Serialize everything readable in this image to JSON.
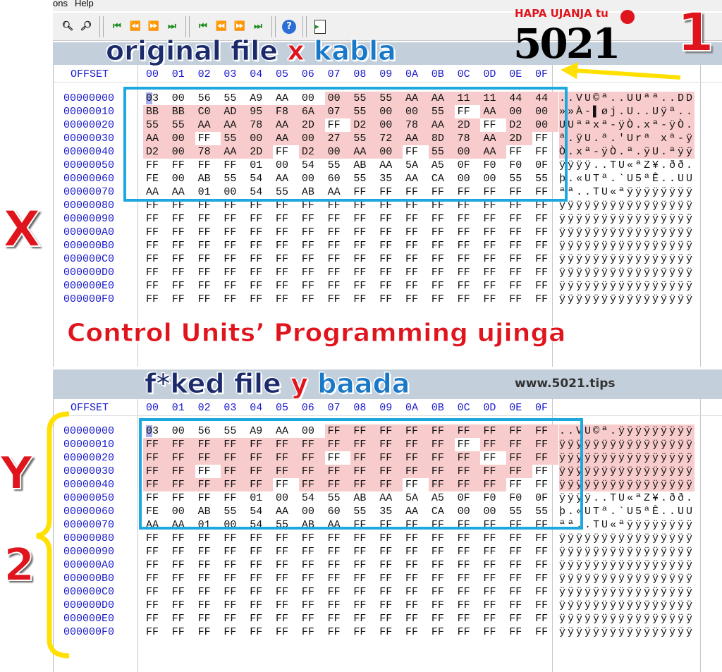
{
  "menu": {
    "items": [
      "ons",
      "Help"
    ]
  },
  "toolbar": {
    "icons": [
      "find-icon",
      "find-next-icon",
      "first-diff-icon",
      "prev-diff-icon",
      "next-diff-icon",
      "last-diff-icon",
      "first-equal-icon",
      "prev-equal-icon",
      "next-equal-icon",
      "last-equal-icon",
      "help-icon",
      "report-icon"
    ]
  },
  "colors": {
    "changed": "#f8cccc",
    "offset": "#1a1acc",
    "box": "#1ea8e0",
    "accent_red": "#e0141c",
    "brace": "#ffe000"
  },
  "header": {
    "offset_label": "OFFSET",
    "columns": [
      "00",
      "01",
      "02",
      "03",
      "04",
      "05",
      "06",
      "07",
      "08",
      "09",
      "0A",
      "0B",
      "0C",
      "0D",
      "0E",
      "0F"
    ]
  },
  "overlay": {
    "top_title": {
      "a": "original file ",
      "b": "x",
      "c": " kabla"
    },
    "bottom_title": {
      "a": "f*ked file ",
      "b": "y",
      "c": " baada"
    },
    "logo_tag": "HAPA UJANJA tu",
    "logo": "5021",
    "website": "www.5021.tips",
    "marker_1": "1",
    "marker_2": "2",
    "marker_x": "X",
    "marker_y": "Y",
    "caption": "Control Units’ Programming ujinga"
  },
  "top_pane": {
    "rows": [
      {
        "offset": "00000000",
        "bytes": "03 00 56 55 A9 AA 00 00 55 55 AA AA 11 11 44 44",
        "mask": "0000000111111111",
        "ascii": "..VU©ª..UUªª..DD",
        "ascii_changed": true
      },
      {
        "offset": "00000010",
        "bytes": "BB BB C0 AD 95 F8 6A 07 55 00 00 55 FF AA 00 00",
        "mask": "1111111111110111",
        "ascii": "»»À-▌øj.U..Uÿª..",
        "ascii_changed": true
      },
      {
        "offset": "00000020",
        "bytes": "55 55 AA AA 78 AA 2D FF D2 00 78 AA 2D FF D2 00",
        "mask": "1111111011111011",
        "ascii": "UUªªxª-ÿÒ.xª-ÿÒ.",
        "ascii_changed": true
      },
      {
        "offset": "00000030",
        "bytes": "AA 00 FF 55 00 AA 00 27 55 72 AA 8D 78 AA 2D FF",
        "mask": "1101111111111110",
        "ascii": "ª.ÿU.ª.'Urª xª-ÿ",
        "ascii_changed": true
      },
      {
        "offset": "00000040",
        "bytes": "D2 00 78 AA 2D FF D2 00 AA 00 FF 55 00 AA FF FF",
        "mask": "1111101111011100",
        "ascii": "Ò.xª-ÿÒ.ª.ÿU.ªÿÿ",
        "ascii_changed": true
      },
      {
        "offset": "00000050",
        "bytes": "FF FF FF FF 01 00 54 55 AB AA 5A A5 0F F0 F0 0F",
        "mask": "0000000000000000",
        "ascii": "ÿÿÿÿ..TU«ªZ¥.ðð.",
        "ascii_changed": false
      },
      {
        "offset": "00000060",
        "bytes": "FE 00 AB 55 54 AA 00 60 55 35 AA CA 00 00 55 55",
        "mask": "0000000000000000",
        "ascii": "þ.«UTª.`U5ªÊ..UU",
        "ascii_changed": false
      },
      {
        "offset": "00000070",
        "bytes": "AA AA 01 00 54 55 AB AA FF FF FF FF FF FF FF FF",
        "mask": "0000000000000000",
        "ascii": "ªª..TU«ªÿÿÿÿÿÿÿÿ",
        "ascii_changed": false
      },
      {
        "offset": "00000080",
        "bytes": "FF FF FF FF FF FF FF FF FF FF FF FF FF FF FF FF",
        "mask": "0000000000000000",
        "ascii": "ÿÿÿÿÿÿÿÿÿÿÿÿÿÿÿÿ",
        "ascii_changed": false
      },
      {
        "offset": "00000090",
        "bytes": "FF FF FF FF FF FF FF FF FF FF FF FF FF FF FF FF",
        "mask": "0000000000000000",
        "ascii": "ÿÿÿÿÿÿÿÿÿÿÿÿÿÿÿÿ",
        "ascii_changed": false
      },
      {
        "offset": "000000A0",
        "bytes": "FF FF FF FF FF FF FF FF FF FF FF FF FF FF FF FF",
        "mask": "0000000000000000",
        "ascii": "ÿÿÿÿÿÿÿÿÿÿÿÿÿÿÿÿ",
        "ascii_changed": false
      },
      {
        "offset": "000000B0",
        "bytes": "FF FF FF FF FF FF FF FF FF FF FF FF FF FF FF FF",
        "mask": "0000000000000000",
        "ascii": "ÿÿÿÿÿÿÿÿÿÿÿÿÿÿÿÿ",
        "ascii_changed": false
      },
      {
        "offset": "000000C0",
        "bytes": "FF FF FF FF FF FF FF FF FF FF FF FF FF FF FF FF",
        "mask": "0000000000000000",
        "ascii": "ÿÿÿÿÿÿÿÿÿÿÿÿÿÿÿÿ",
        "ascii_changed": false
      },
      {
        "offset": "000000D0",
        "bytes": "FF FF FF FF FF FF FF FF FF FF FF FF FF FF FF FF",
        "mask": "0000000000000000",
        "ascii": "ÿÿÿÿÿÿÿÿÿÿÿÿÿÿÿÿ",
        "ascii_changed": false
      },
      {
        "offset": "000000E0",
        "bytes": "FF FF FF FF FF FF FF FF FF FF FF FF FF FF FF FF",
        "mask": "0000000000000000",
        "ascii": "ÿÿÿÿÿÿÿÿÿÿÿÿÿÿÿÿ",
        "ascii_changed": false
      },
      {
        "offset": "000000F0",
        "bytes": "FF FF FF FF FF FF FF FF FF FF FF FF FF FF FF FF",
        "mask": "0000000000000000",
        "ascii": "ÿÿÿÿÿÿÿÿÿÿÿÿÿÿÿÿ",
        "ascii_changed": false
      }
    ]
  },
  "bottom_pane": {
    "rows": [
      {
        "offset": "00000000",
        "bytes": "03 00 56 55 A9 AA 00 FF FF FF FF FF FF FF FF FF",
        "mask": "0000000111111111",
        "ascii": "..VU©ª.ÿÿÿÿÿÿÿÿÿ",
        "ascii_changed": true
      },
      {
        "offset": "00000010",
        "bytes": "FF FF FF FF FF FF FF FF FF FF FF FF FF FF FF FF",
        "mask": "1111111111110111",
        "ascii": "ÿÿÿÿÿÿÿÿÿÿÿÿÿÿÿÿ",
        "ascii_changed": true
      },
      {
        "offset": "00000020",
        "bytes": "FF FF FF FF FF FF FF FF FF FF FF FF FF FF FF FF",
        "mask": "1111111011111011",
        "ascii": "ÿÿÿÿÿÿÿÿÿÿÿÿÿÿÿÿ",
        "ascii_changed": true
      },
      {
        "offset": "00000030",
        "bytes": "FF FF FF FF FF FF FF FF FF FF FF FF FF FF FF FF",
        "mask": "1101111111111110",
        "ascii": "ÿÿÿÿÿÿÿÿÿÿÿÿÿÿÿÿ",
        "ascii_changed": true
      },
      {
        "offset": "00000040",
        "bytes": "FF FF FF FF FF FF FF FF FF FF FF FF FF FF FF FF",
        "mask": "1111101111011100",
        "ascii": "ÿÿÿÿÿÿÿÿÿÿÿÿÿÿÿÿ",
        "ascii_changed": true
      },
      {
        "offset": "00000050",
        "bytes": "FF FF FF FF 01 00 54 55 AB AA 5A A5 0F F0 F0 0F",
        "mask": "0000000000000000",
        "ascii": "ÿÿÿÿ..TU«ªZ¥.ðð.",
        "ascii_changed": false
      },
      {
        "offset": "00000060",
        "bytes": "FE 00 AB 55 54 AA 00 60 55 35 AA CA 00 00 55 55",
        "mask": "0000000000000000",
        "ascii": "þ.«UTª.`U5ªÊ..UU",
        "ascii_changed": false
      },
      {
        "offset": "00000070",
        "bytes": "AA AA 01 00 54 55 AB AA FF FF FF FF FF FF FF FF",
        "mask": "0000000000000000",
        "ascii": "ªª..TU«ªÿÿÿÿÿÿÿÿ",
        "ascii_changed": false
      },
      {
        "offset": "00000080",
        "bytes": "FF FF FF FF FF FF FF FF FF FF FF FF FF FF FF FF",
        "mask": "0000000000000000",
        "ascii": "ÿÿÿÿÿÿÿÿÿÿÿÿÿÿÿÿ",
        "ascii_changed": false
      },
      {
        "offset": "00000090",
        "bytes": "FF FF FF FF FF FF FF FF FF FF FF FF FF FF FF FF",
        "mask": "0000000000000000",
        "ascii": "ÿÿÿÿÿÿÿÿÿÿÿÿÿÿÿÿ",
        "ascii_changed": false
      },
      {
        "offset": "000000A0",
        "bytes": "FF FF FF FF FF FF FF FF FF FF FF FF FF FF FF FF",
        "mask": "0000000000000000",
        "ascii": "ÿÿÿÿÿÿÿÿÿÿÿÿÿÿÿÿ",
        "ascii_changed": false
      },
      {
        "offset": "000000B0",
        "bytes": "FF FF FF FF FF FF FF FF FF FF FF FF FF FF FF FF",
        "mask": "0000000000000000",
        "ascii": "ÿÿÿÿÿÿÿÿÿÿÿÿÿÿÿÿ",
        "ascii_changed": false
      },
      {
        "offset": "000000C0",
        "bytes": "FF FF FF FF FF FF FF FF FF FF FF FF FF FF FF FF",
        "mask": "0000000000000000",
        "ascii": "ÿÿÿÿÿÿÿÿÿÿÿÿÿÿÿÿ",
        "ascii_changed": false
      },
      {
        "offset": "000000D0",
        "bytes": "FF FF FF FF FF FF FF FF FF FF FF FF FF FF FF FF",
        "mask": "0000000000000000",
        "ascii": "ÿÿÿÿÿÿÿÿÿÿÿÿÿÿÿÿ",
        "ascii_changed": false
      },
      {
        "offset": "000000E0",
        "bytes": "FF FF FF FF FF FF FF FF FF FF FF FF FF FF FF FF",
        "mask": "0000000000000000",
        "ascii": "ÿÿÿÿÿÿÿÿÿÿÿÿÿÿÿÿ",
        "ascii_changed": false
      },
      {
        "offset": "000000F0",
        "bytes": "FF FF FF FF FF FF FF FF FF FF FF FF FF FF FF FF",
        "mask": "0000000000000000",
        "ascii": "ÿÿÿÿÿÿÿÿÿÿÿÿÿÿÿÿ",
        "ascii_changed": false
      }
    ]
  }
}
